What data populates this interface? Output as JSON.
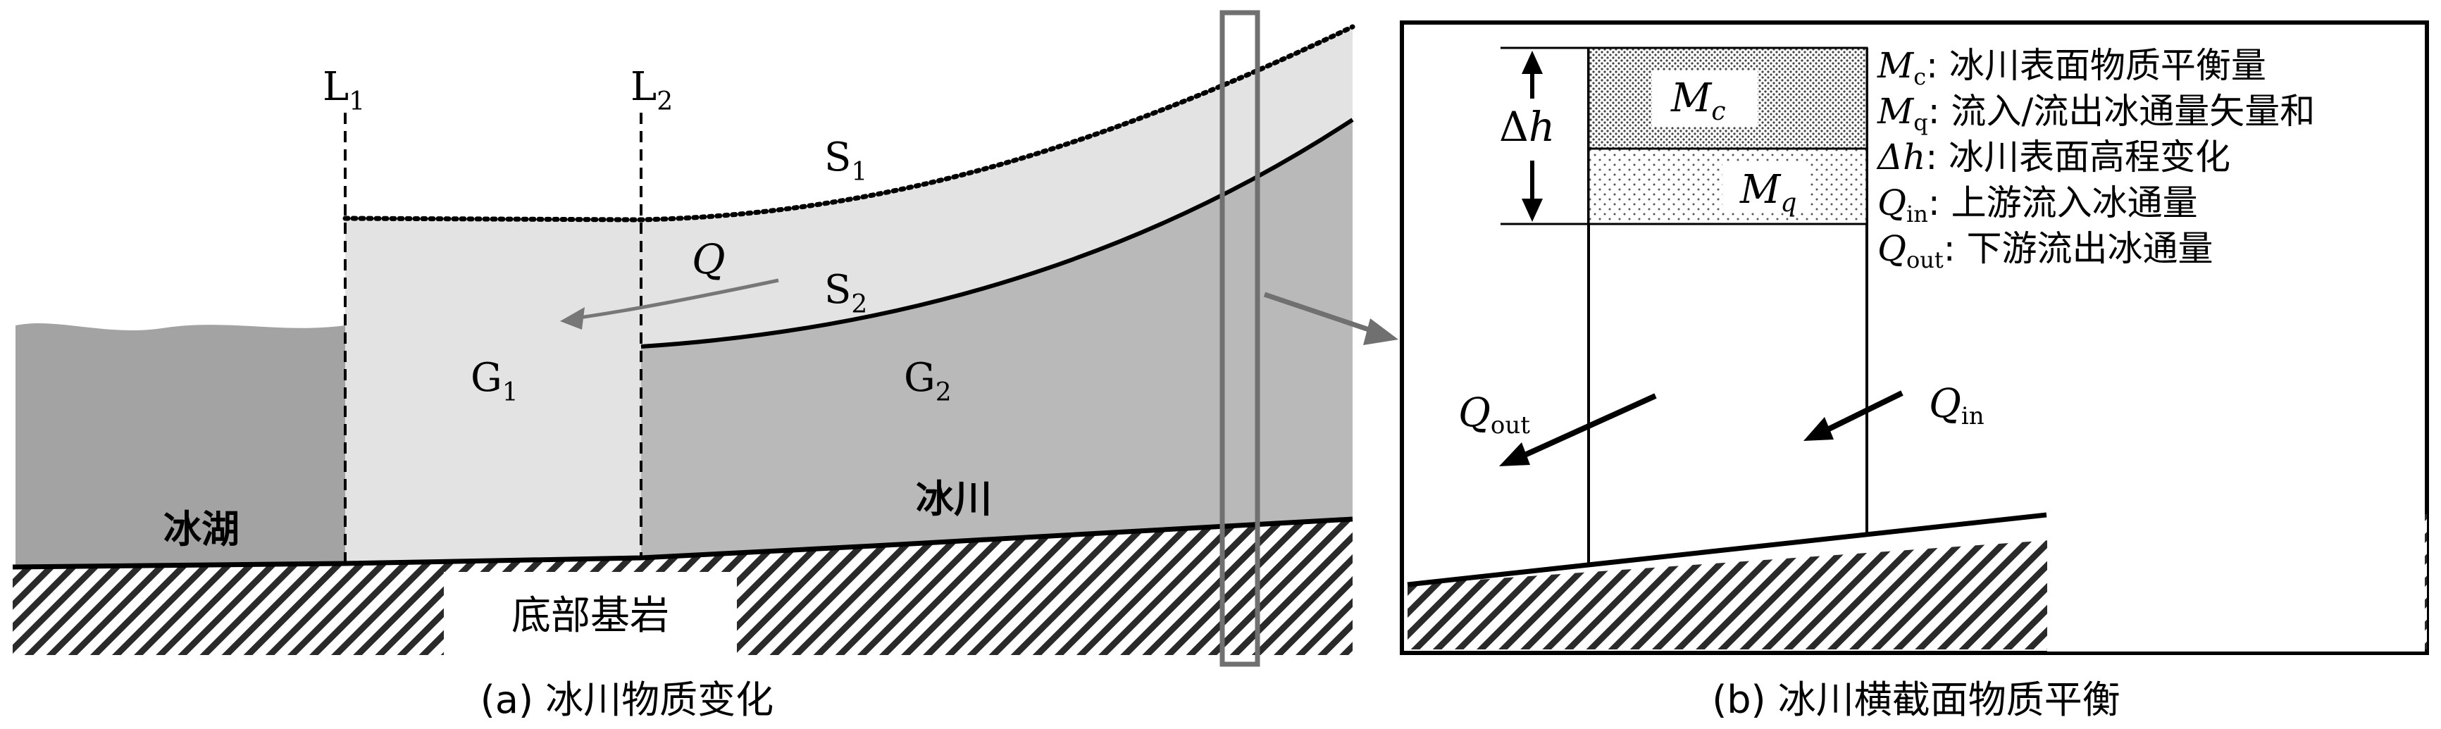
{
  "panel_a": {
    "caption": "(a) 冰川物质变化",
    "line_l1": {
      "base": "L",
      "sub": "1"
    },
    "line_l2": {
      "base": "L",
      "sub": "2"
    },
    "surface_s1": {
      "base": "S",
      "sub": "1"
    },
    "surface_s2": {
      "base": "S",
      "sub": "2"
    },
    "region_g1": {
      "base": "G",
      "sub": "1"
    },
    "region_g2": {
      "base": "G",
      "sub": "2"
    },
    "flow_q": "Q",
    "lake_label": "冰湖",
    "glacier_label": "冰川",
    "bedrock_label": "底部基岩"
  },
  "panel_b": {
    "caption": "(b) 冰川横截面物质平衡",
    "delta_h": {
      "delta": "Δ",
      "h": "h"
    },
    "block_mc": {
      "base": "M",
      "sub": "c"
    },
    "block_mq": {
      "base": "M",
      "sub": "q"
    },
    "q_out": {
      "base": "Q",
      "sub": "out"
    },
    "q_in": {
      "base": "Q",
      "sub": "in"
    },
    "legend": [
      {
        "sym": "M",
        "sub": "c",
        "desc": ": 冰川表面物质平衡量"
      },
      {
        "sym": "M",
        "sub": "q",
        "desc": ": 流入/流出冰通量矢量和"
      },
      {
        "sym": "Δh",
        "sub": "",
        "desc": ": 冰川表面高程变化"
      },
      {
        "sym": "Q",
        "sub": "in",
        "desc": ": 上游流入冰通量"
      },
      {
        "sym": "Q",
        "sub": "out",
        "desc": ": 下游流出冰通量"
      }
    ]
  },
  "colors": {
    "lake": "#a3a3a3",
    "glacier_top": "#e3e3e3",
    "glacier_body": "#b9b9b9",
    "selection_box": "#707070",
    "arrow_q": "#777777"
  }
}
